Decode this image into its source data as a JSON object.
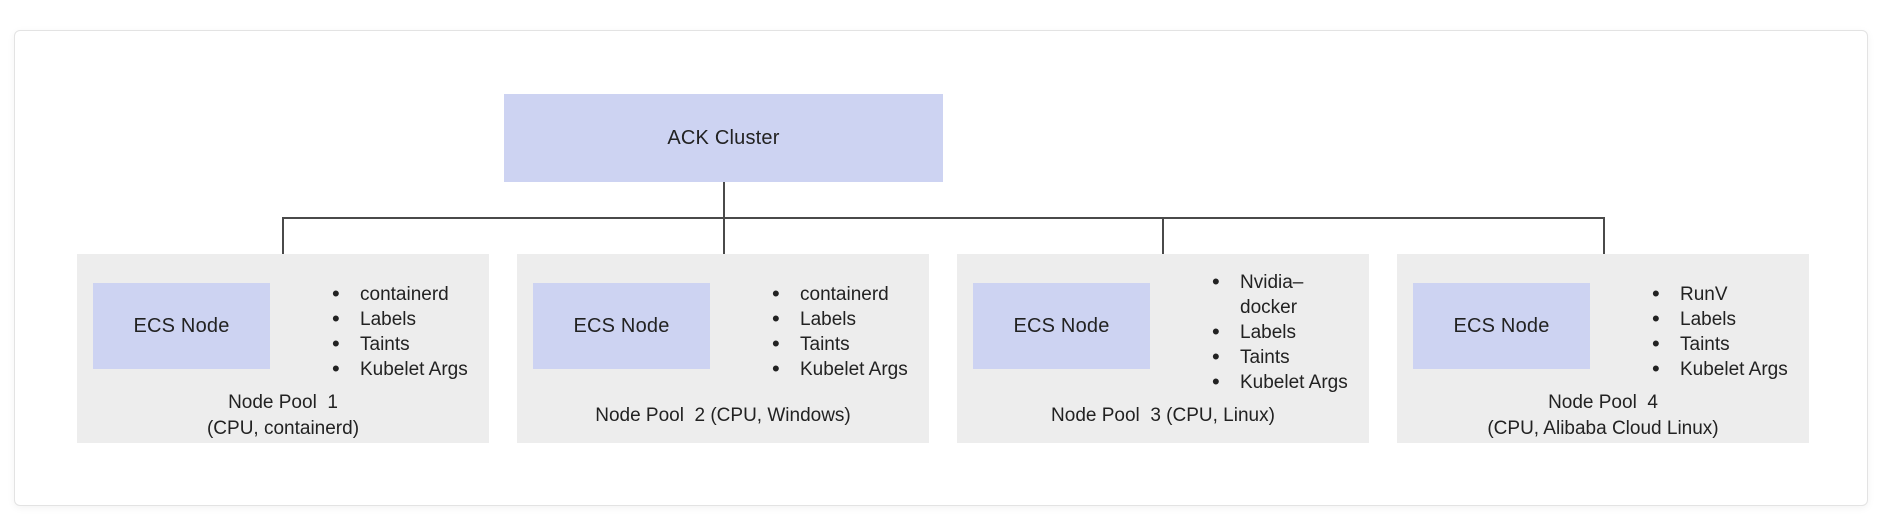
{
  "colors": {
    "page_bg": "#ffffff",
    "card_bg": "#ffffff",
    "card_border": "#e3e3e3",
    "node_fill": "#cdd3f2",
    "pool_fill": "#ededed",
    "line": "#4a4a4a",
    "text": "#222222"
  },
  "diagram": {
    "root": {
      "label": "ACK Cluster"
    },
    "pools": [
      {
        "node_label": "ECS Node",
        "features": [
          "containerd",
          "Labels",
          "Taints",
          "Kubelet Args"
        ],
        "caption": "Node Pool  1\n(CPU, containerd)"
      },
      {
        "node_label": "ECS Node",
        "features": [
          "containerd",
          "Labels",
          "Taints",
          "Kubelet Args"
        ],
        "caption": "Node Pool  2 (CPU, Windows)"
      },
      {
        "node_label": "ECS Node",
        "features": [
          "Nvidia–docker",
          "Labels",
          "Taints",
          "Kubelet Args"
        ],
        "caption": "Node Pool  3 (CPU, Linux)"
      },
      {
        "node_label": "ECS Node",
        "features": [
          "RunV",
          "Labels",
          "Taints",
          "Kubelet Args"
        ],
        "caption": "Node Pool  4\n(CPU, Alibaba Cloud Linux)"
      }
    ]
  }
}
